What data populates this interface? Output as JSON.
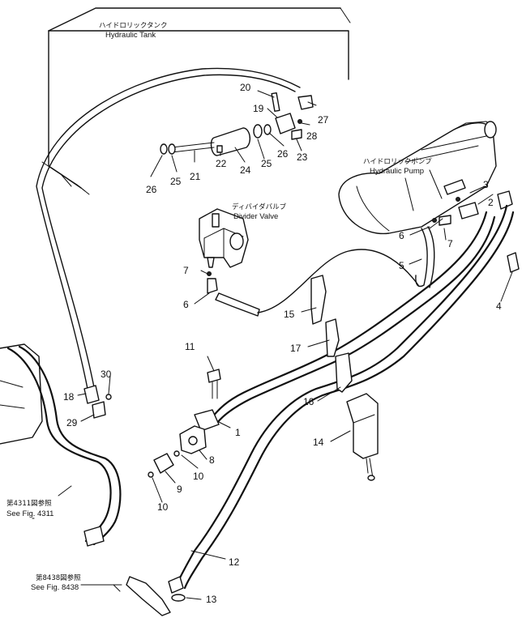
{
  "labels": {
    "hydraulic_tank_jp": "ハイドロリックタンク",
    "hydraulic_tank_en": "Hydraulic Tank",
    "hydraulic_pump_jp": "ハイドロリックポンプ",
    "hydraulic_pump_en": "Hydraulic Pump",
    "divider_valve_jp": "ディバイダバルブ",
    "divider_valve_en": "Divider Valve",
    "see_4311_jp": "第4311図参照",
    "see_4311_en": "See Fig. 4311",
    "see_8438_jp": "第8438図参照",
    "see_8438_en": "See Fig. 8438"
  },
  "part_numbers": {
    "n1": "1",
    "n2": "2",
    "n3": "3",
    "n4": "4",
    "n5": "5",
    "n6a": "6",
    "n6b": "6",
    "n7a": "7",
    "n7b": "7",
    "n8": "8",
    "n9": "9",
    "n10a": "10",
    "n10b": "10",
    "n11": "11",
    "n12": "12",
    "n13": "13",
    "n14": "14",
    "n15": "15",
    "n16": "16",
    "n17": "17",
    "n18": "18",
    "n19": "19",
    "n20": "20",
    "n21": "21",
    "n22": "22",
    "n23": "23",
    "n24": "24",
    "n25a": "25",
    "n25b": "25",
    "n26a": "26",
    "n26b": "26",
    "n27": "27",
    "n28": "28",
    "n29": "29",
    "n30": "30"
  }
}
